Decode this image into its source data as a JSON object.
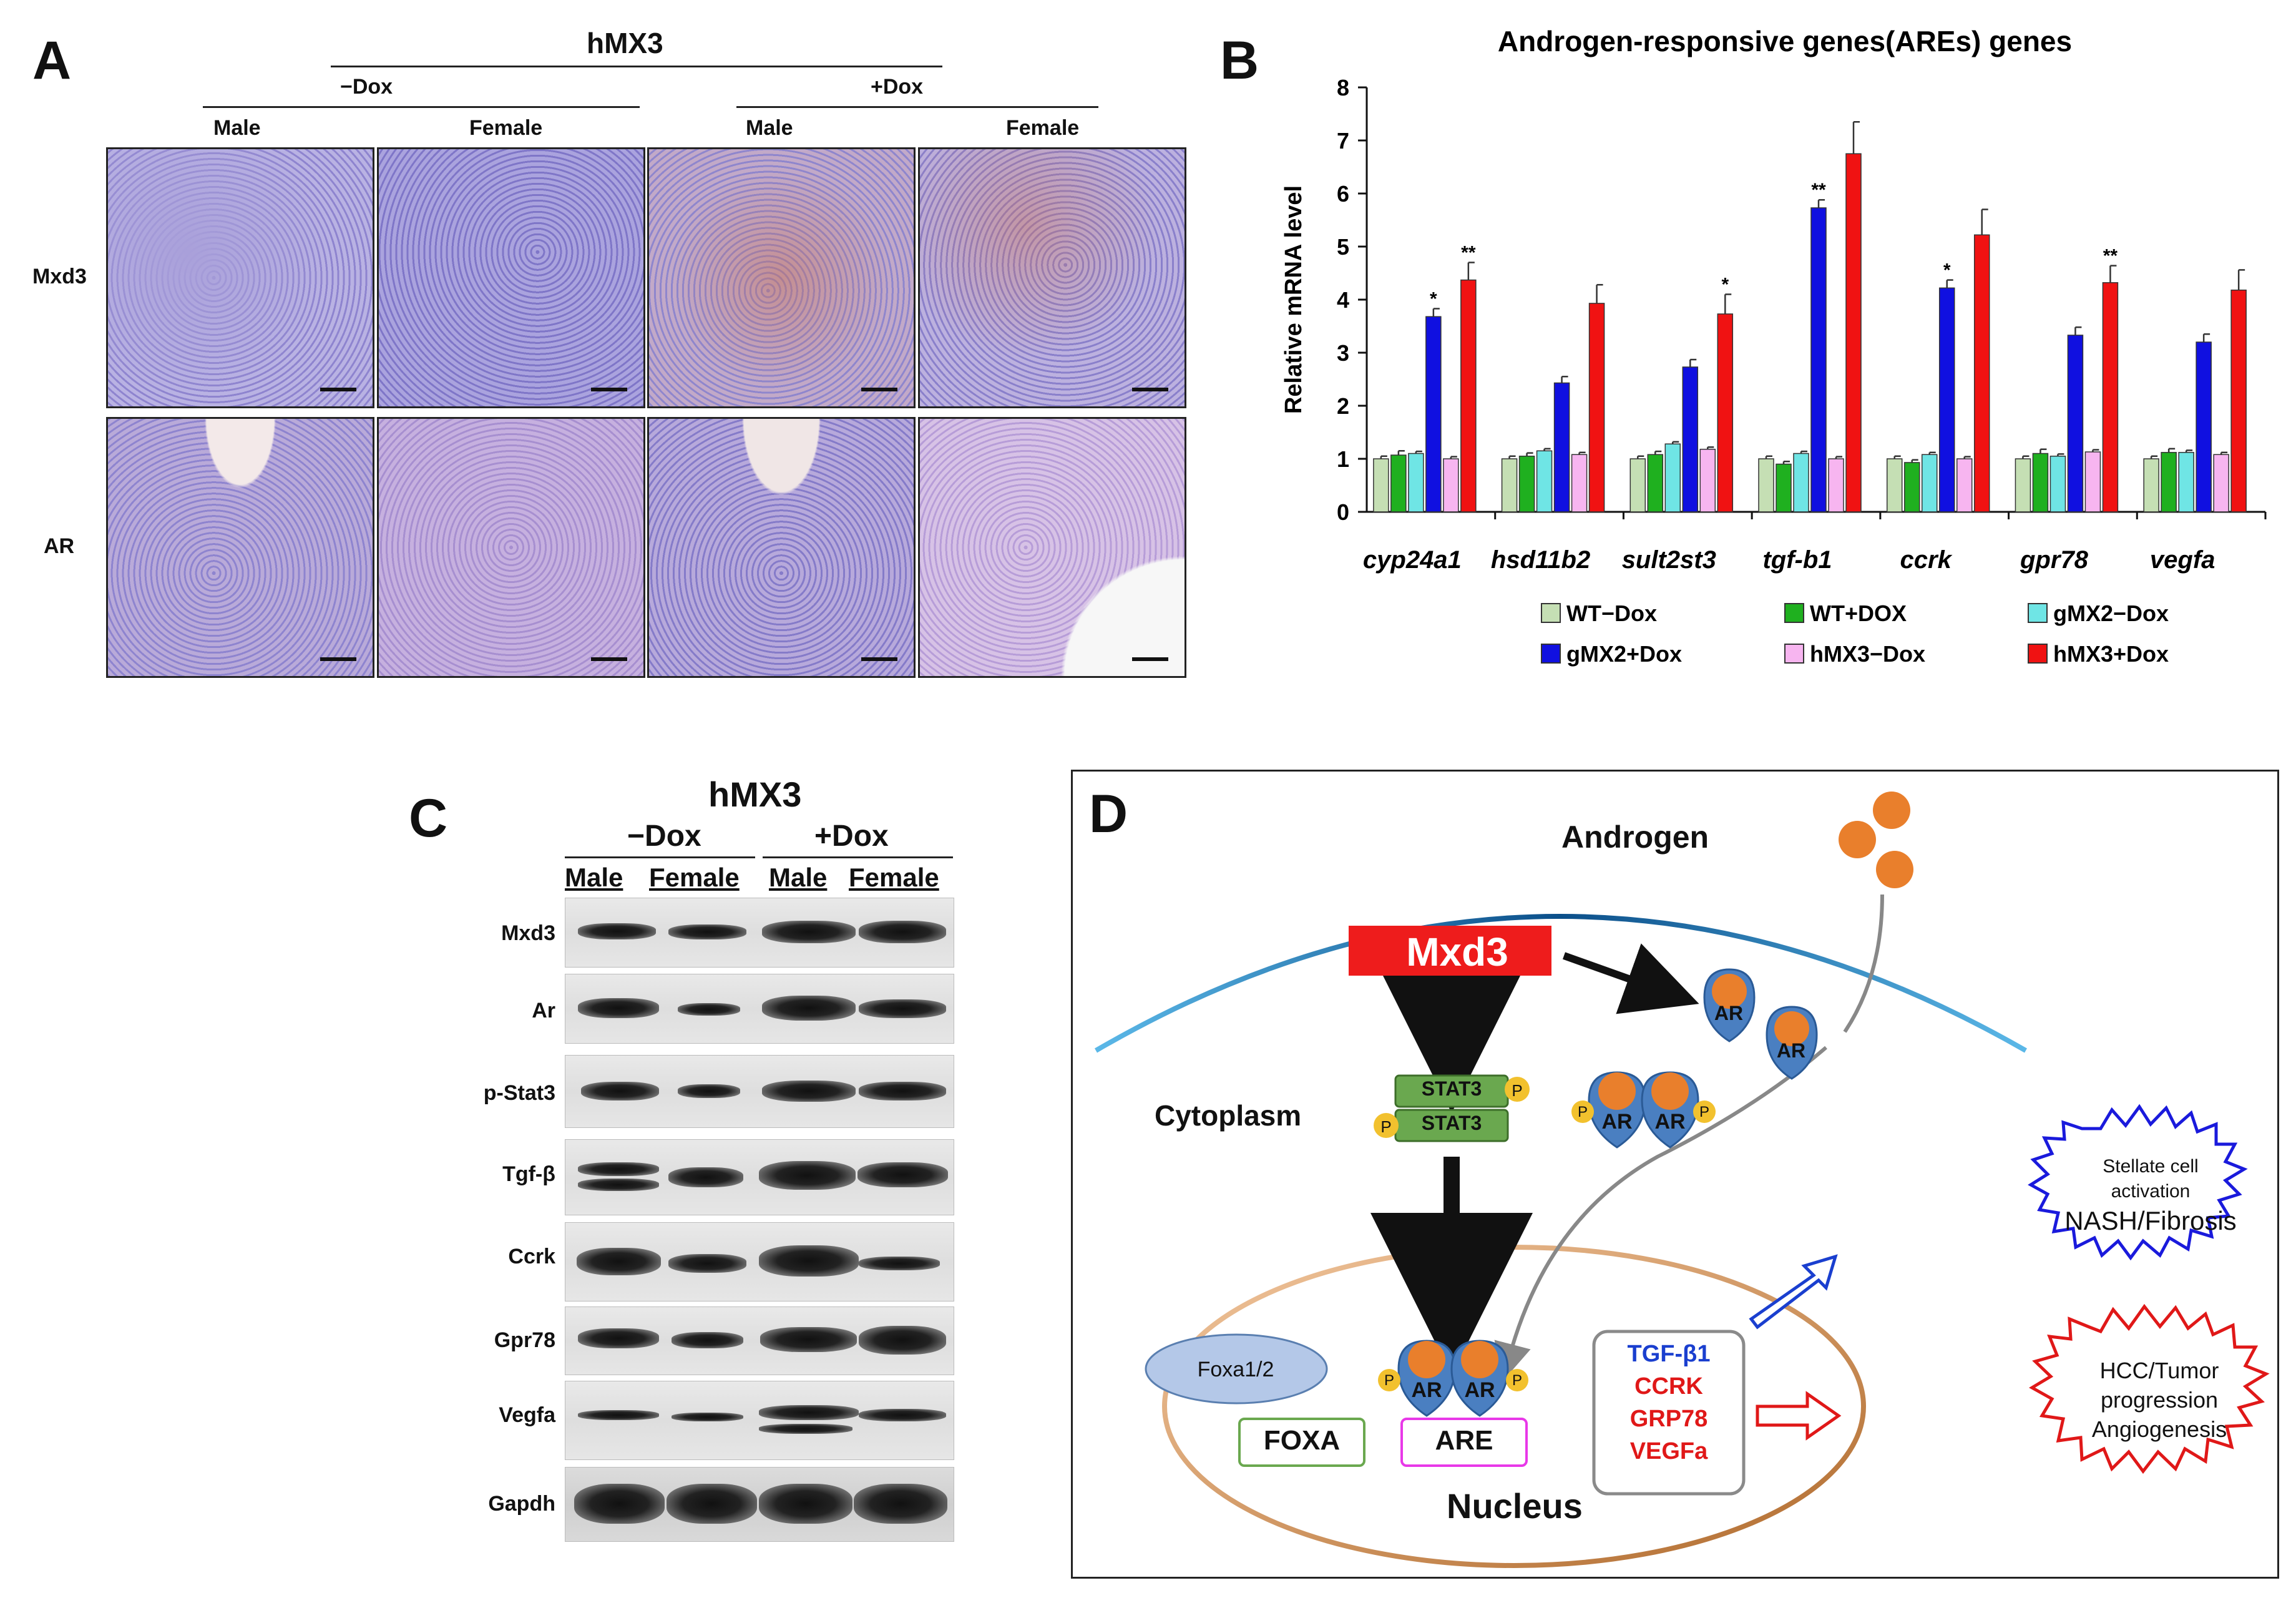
{
  "panelA": {
    "label": "A",
    "title": "hMX3",
    "group_minus": "−Dox",
    "group_plus": "+Dox",
    "cols": [
      "Male",
      "Female",
      "Male",
      "Female"
    ],
    "rows": [
      "Mxd3",
      "AR"
    ]
  },
  "panelB": {
    "label": "B"
  },
  "chart_data": {
    "type": "bar",
    "title": "Androgen-responsive genes(AREs) genes",
    "ylabel": "Relative mRNA level",
    "xlabel": "",
    "ylim": [
      0,
      8
    ],
    "yticks": [
      0,
      1,
      2,
      3,
      4,
      5,
      6,
      7,
      8
    ],
    "grid": false,
    "legend_position": "bottom",
    "categories": [
      "cyp24a1",
      "hsd11b2",
      "sult2st3",
      "tgf-b1",
      "ccrk",
      "gpr78",
      "vegfa"
    ],
    "series": [
      {
        "name": "WT−Dox",
        "color": "#c5dfb4",
        "values": [
          1.0,
          1.0,
          1.0,
          1.0,
          1.0,
          1.0,
          1.0
        ],
        "errors": [
          0.05,
          0.05,
          0.05,
          0.05,
          0.05,
          0.05,
          0.05
        ]
      },
      {
        "name": "WT+DOX",
        "color": "#1fb01f",
        "values": [
          1.07,
          1.05,
          1.08,
          0.9,
          0.93,
          1.1,
          1.12
        ],
        "errors": [
          0.08,
          0.06,
          0.06,
          0.05,
          0.05,
          0.08,
          0.07
        ]
      },
      {
        "name": "gMX2−Dox",
        "color": "#6fe5e5",
        "values": [
          1.1,
          1.15,
          1.28,
          1.1,
          1.08,
          1.05,
          1.12
        ],
        "errors": [
          0.04,
          0.04,
          0.04,
          0.04,
          0.04,
          0.04,
          0.04
        ]
      },
      {
        "name": "gMX2+Dox",
        "color": "#1010e0",
        "values": [
          3.68,
          2.43,
          2.73,
          5.73,
          4.22,
          3.33,
          3.2
        ],
        "errors": [
          0.15,
          0.12,
          0.14,
          0.15,
          0.15,
          0.15,
          0.15
        ]
      },
      {
        "name": "hMX3−Dox",
        "color": "#f7b5f0",
        "values": [
          1.0,
          1.08,
          1.18,
          1.0,
          1.0,
          1.13,
          1.08
        ],
        "errors": [
          0.04,
          0.04,
          0.04,
          0.04,
          0.04,
          0.04,
          0.04
        ]
      },
      {
        "name": "hMX3+Dox",
        "color": "#f01212",
        "values": [
          4.37,
          3.93,
          3.73,
          6.75,
          5.22,
          4.32,
          4.18
        ],
        "errors": [
          0.33,
          0.35,
          0.37,
          0.6,
          0.48,
          0.32,
          0.38
        ]
      }
    ],
    "annotations": [
      {
        "category": "cyp24a1",
        "series": "gMX2+Dox",
        "text": "*"
      },
      {
        "category": "cyp24a1",
        "series": "hMX3+Dox",
        "text": "**"
      },
      {
        "category": "sult2st3",
        "series": "hMX3+Dox",
        "text": "*"
      },
      {
        "category": "tgf-b1",
        "series": "gMX2+Dox",
        "text": "**"
      },
      {
        "category": "ccrk",
        "series": "gMX2+Dox",
        "text": "*"
      },
      {
        "category": "gpr78",
        "series": "hMX3+Dox",
        "text": "**"
      }
    ]
  },
  "panelC": {
    "label": "C",
    "title": "hMX3",
    "group_minus": "−Dox",
    "group_plus": "+Dox",
    "cols": [
      "Male",
      "Female",
      "Male",
      "Female"
    ],
    "rows": [
      "Mxd3",
      "Ar",
      "p-Stat3",
      "Tgf-β",
      "Ccrk",
      "Gpr78",
      "Vegfa",
      "Gapdh"
    ]
  },
  "panelD": {
    "label": "D",
    "androgen": "Androgen",
    "mxd3": "Mxd3",
    "ar": "AR",
    "stat3": "STAT3",
    "p": "P",
    "cytoplasm": "Cytoplasm",
    "nucleus": "Nucleus",
    "foxa12": "Foxa1/2",
    "foxa": "FOXA",
    "are": "ARE",
    "targets": {
      "tgf": "TGF-β1",
      "ccrk": "CCRK",
      "grp78": "GRP78",
      "vegfa": "VEGFa"
    },
    "stellate": {
      "line1": "Stellate cell",
      "line2": "activation",
      "line3": "NASH/Fibrosis"
    },
    "hcc": {
      "line1": "HCC/Tumor",
      "line2": "progression",
      "line3": "Angiogenesis"
    },
    "colors": {
      "mxd3_box": "#ee1c1c",
      "stat3": "#6aa84f",
      "ar": "#4a7fc1",
      "androgen": "#e97f2c",
      "p": "#f2c12e",
      "tgf_text": "#1a3fcf",
      "targets_text": "#e01818"
    }
  }
}
